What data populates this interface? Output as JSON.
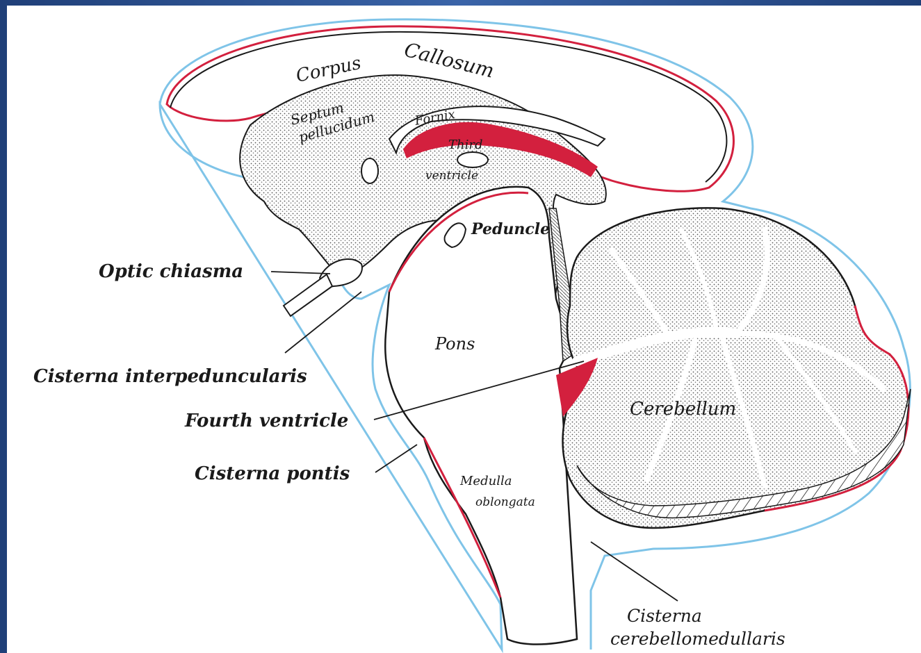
{
  "labels": {
    "corpus": "Corpus",
    "callosum": "Callosum",
    "septum": "Septum",
    "pellucidum": "pellucidum",
    "fornix": "Fornix",
    "third": "Third",
    "ventricle": "ventricle",
    "peduncle": "Peduncle",
    "optic_chiasma": "Optic chiasma",
    "cisterna_interpeduncularis": "Cisterna interpeduncularis",
    "pons": "Pons",
    "fourth_ventricle": "Fourth ventricle",
    "cerebellum": "Cerebellum",
    "cisterna_pontis": "Cisterna pontis",
    "medulla": "Medulla",
    "oblongata": "oblongata",
    "cisterna": "Cisterna",
    "cerebellomedullaris": "cerebellomedullaris"
  },
  "colors": {
    "pia_mater": "#d3203e",
    "arachnoid": "#7fc4e8",
    "tissue_stipple": "#b9b9b9",
    "outline": "#1a1a1a",
    "frame": "#2a4f8f"
  }
}
